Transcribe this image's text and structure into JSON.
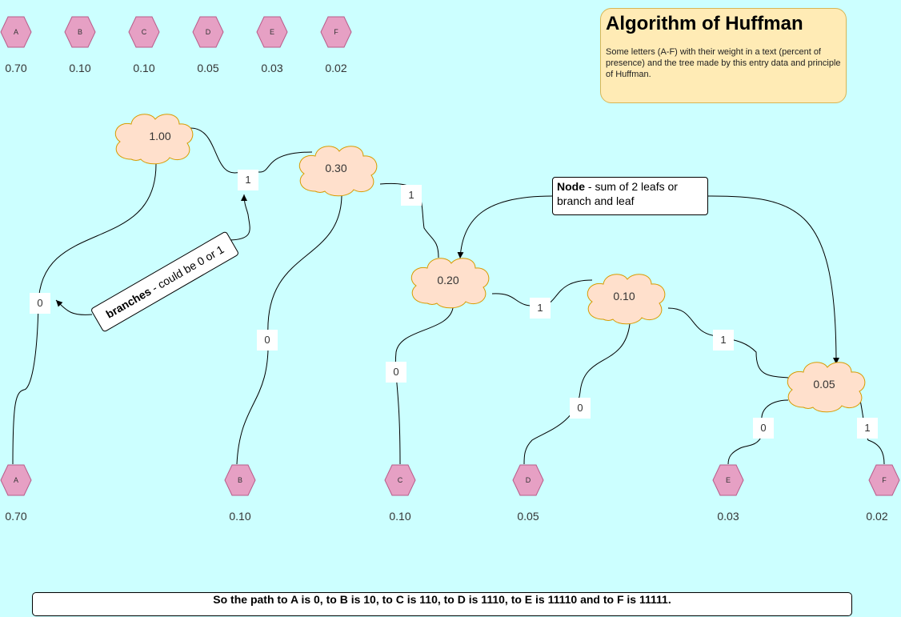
{
  "title": "Algorithm of Huffman",
  "description": "Some letters (A-F) with their weight in a text (percent of presence) and the tree made by this entry data and principle of Huffman.",
  "colors": {
    "background": "#ccffff",
    "leaf": "#e6a0c4",
    "node": "#ffe0cc",
    "title_box": "#ffebb5"
  },
  "legend_leaves": [
    {
      "letter": "A",
      "weight": "0.70"
    },
    {
      "letter": "B",
      "weight": "0.10"
    },
    {
      "letter": "C",
      "weight": "0.10"
    },
    {
      "letter": "D",
      "weight": "0.05"
    },
    {
      "letter": "E",
      "weight": "0.03"
    },
    {
      "letter": "F",
      "weight": "0.02"
    }
  ],
  "tree_leaves": [
    {
      "letter": "A",
      "weight": "0.70"
    },
    {
      "letter": "B",
      "weight": "0.10"
    },
    {
      "letter": "C",
      "weight": "0.10"
    },
    {
      "letter": "D",
      "weight": "0.05"
    },
    {
      "letter": "E",
      "weight": "0.03"
    },
    {
      "letter": "F",
      "weight": "0.02"
    }
  ],
  "nodes": [
    "1.00",
    "0.30",
    "0.20",
    "0.10",
    "0.05"
  ],
  "edge_labels": [
    "1",
    "0",
    "1",
    "0",
    "1",
    "0",
    "1",
    "0",
    "0",
    "1"
  ],
  "node_callout": {
    "bold": "Node",
    "rest": " - sum of 2 leafs or branch and leaf"
  },
  "branch_callout": {
    "bold": "branches",
    "rest": " - could be 0 or 1"
  },
  "summary": "So the path to A is 0, to B is 10, to C is 110, to D is 1110, to E is 11110 and to F is 11111."
}
